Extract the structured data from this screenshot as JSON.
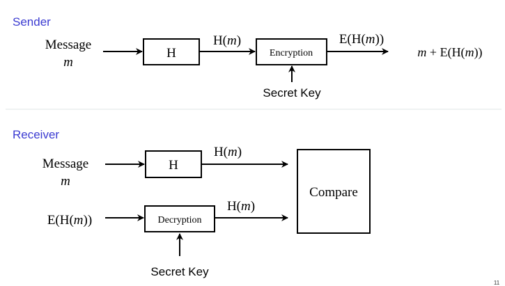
{
  "colors": {
    "section_title": "#3b3bd1",
    "divider": "#dfe6e4"
  },
  "sender": {
    "title": "Sender",
    "message_label": "Message",
    "message_var": "m",
    "hash_box": "H",
    "hash_out": {
      "prefix": "H(",
      "var": "m",
      "suffix": ")"
    },
    "encrypt_box": "Encryption",
    "encrypt_out": {
      "prefix": "E(H(",
      "var": "m",
      "suffix": "))"
    },
    "result": {
      "var": "m",
      "rest": " + E(H(",
      "var2": "m",
      "suffix": "))"
    },
    "secret_key": "Secret Key"
  },
  "receiver": {
    "title": "Receiver",
    "message_label": "Message",
    "message_var": "m",
    "hash_box": "H",
    "hash_out": {
      "prefix": "H(",
      "var": "m",
      "suffix": ")"
    },
    "enc_input": {
      "prefix": "E(H(",
      "var": "m",
      "suffix": "))"
    },
    "decrypt_box": "Decryption",
    "decrypt_out": {
      "prefix": "H(",
      "var": "m",
      "suffix": ")"
    },
    "compare_box": "Compare",
    "secret_key": "Secret Key"
  },
  "page_number": "11"
}
